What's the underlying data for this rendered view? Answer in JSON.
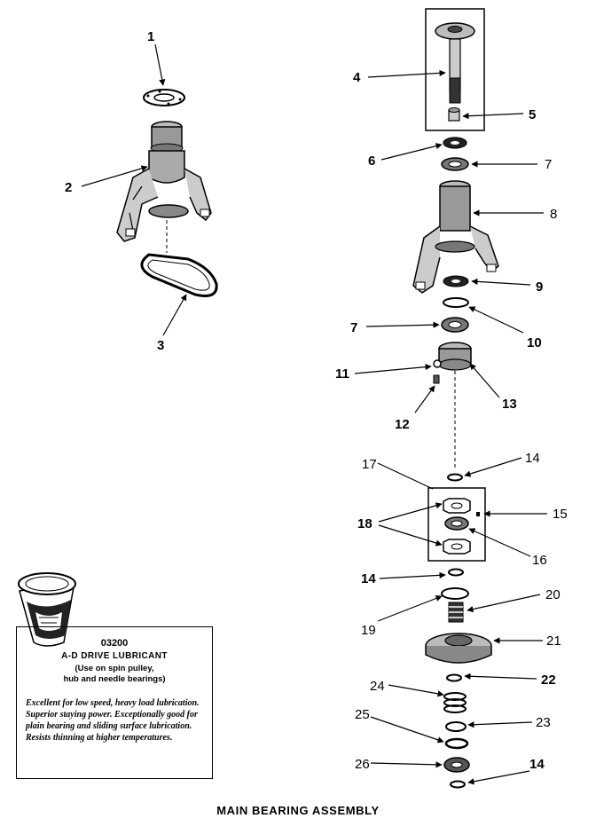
{
  "diagram": {
    "title": "MAIN BEARING ASSEMBLY",
    "callouts": {
      "c1": "1",
      "c2": "2",
      "c3": "3",
      "c4": "4",
      "c5": "5",
      "c6": "6",
      "c7a": "7",
      "c7b": "7",
      "c8": "8",
      "c9": "9",
      "c10": "10",
      "c11": "11",
      "c12": "12",
      "c13": "13",
      "c14a": "14",
      "c14b": "14",
      "c14c": "14",
      "c15": "15",
      "c16": "16",
      "c17": "17",
      "c18": "18",
      "c19": "19",
      "c20": "20",
      "c21": "21",
      "c22": "22",
      "c23": "23",
      "c24": "24",
      "c25": "25",
      "c26": "26"
    }
  },
  "product": {
    "code": "03200",
    "name": "A-D DRIVE LUBRICANT",
    "usage_line1": "(Use on spin pulley,",
    "usage_line2": "hub and needle bearings)",
    "description": "Excellent for low speed, heavy load lubrication. Superior staying power. Exceptionally good for plain bearing and sliding surface lubrication. Resists thinning at higher temperatures."
  }
}
